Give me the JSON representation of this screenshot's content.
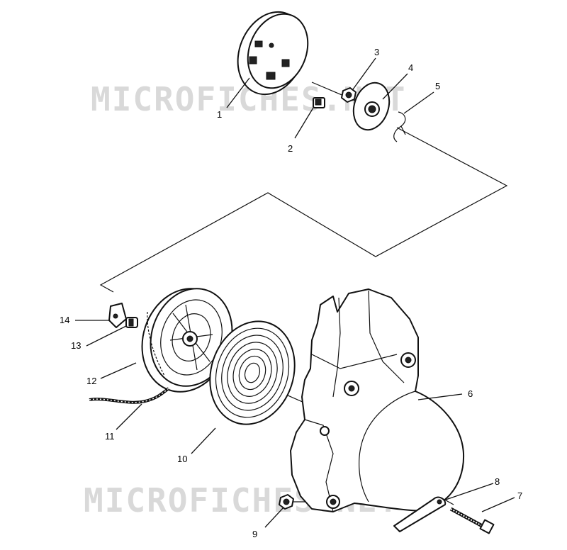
{
  "watermark": {
    "text": "MICROFICHES.NET",
    "color": "#d9d9d9"
  },
  "callouts": [
    {
      "id": "1",
      "label": "1"
    },
    {
      "id": "2",
      "label": "2"
    },
    {
      "id": "3",
      "label": "3"
    },
    {
      "id": "4",
      "label": "4"
    },
    {
      "id": "5",
      "label": "5"
    },
    {
      "id": "6",
      "label": "6"
    },
    {
      "id": "7",
      "label": "7"
    },
    {
      "id": "8",
      "label": "8"
    },
    {
      "id": "9",
      "label": "9"
    },
    {
      "id": "10",
      "label": "10"
    },
    {
      "id": "11",
      "label": "11"
    },
    {
      "id": "12",
      "label": "12"
    },
    {
      "id": "13",
      "label": "13"
    },
    {
      "id": "14",
      "label": "14"
    }
  ],
  "colors": {
    "line": "#111111",
    "background": "#ffffff"
  }
}
